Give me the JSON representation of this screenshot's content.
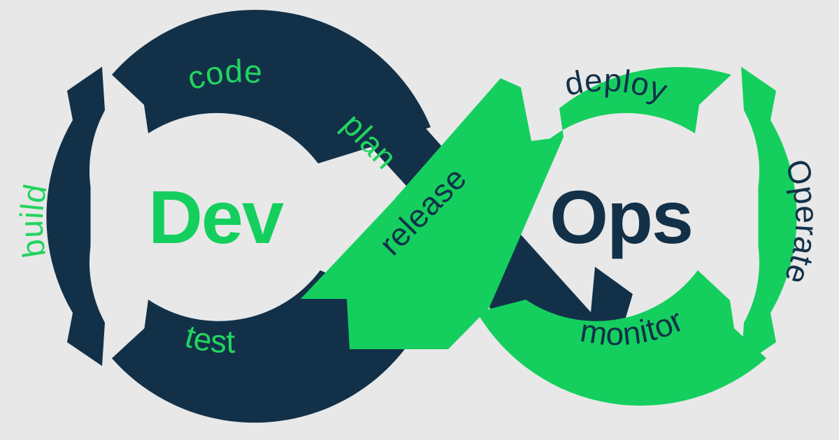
{
  "diagram": {
    "title": "DevOps infinity loop",
    "background_color": "#e8e8e8",
    "colors": {
      "dev_navy": "#123149",
      "ops_green": "#14cf5e",
      "label_on_navy": "#22d45f",
      "label_on_green": "#123149",
      "dev_wordmark": "#14cf5e",
      "ops_wordmark": "#123149",
      "gap": "#e8e8e8"
    },
    "wordmarks": {
      "dev": "Dev",
      "ops": "Ops"
    },
    "dev_side": {
      "name": "Dev",
      "color": "#123149",
      "stages": [
        {
          "id": "plan",
          "label": "plan"
        },
        {
          "id": "code",
          "label": "code"
        },
        {
          "id": "build",
          "label": "build"
        },
        {
          "id": "test",
          "label": "test"
        },
        {
          "id": "release",
          "label": "release"
        }
      ]
    },
    "ops_side": {
      "name": "Ops",
      "color": "#14cf5e",
      "stages": [
        {
          "id": "deploy",
          "label": "deploy"
        },
        {
          "id": "operate",
          "label": "Operate"
        },
        {
          "id": "monitor",
          "label": "monitor"
        }
      ]
    },
    "all_stage_labels": [
      "plan",
      "code",
      "build",
      "test",
      "release",
      "deploy",
      "Operate",
      "monitor"
    ]
  }
}
